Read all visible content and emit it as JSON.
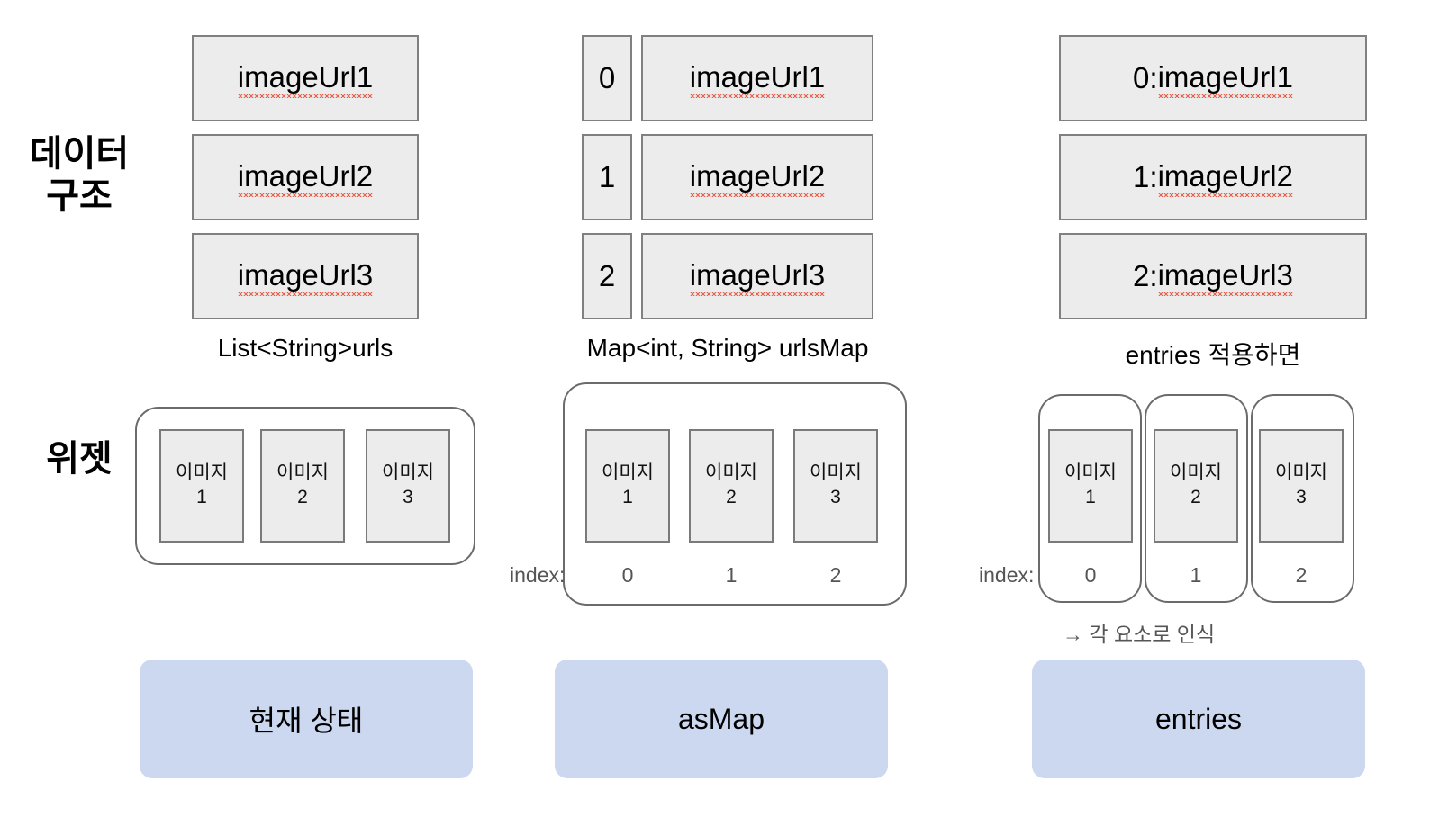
{
  "rows": {
    "data_structure_label": "데이터\n구조",
    "widget_label": "위젯"
  },
  "columns": [
    {
      "id": "current-state",
      "data_structure": {
        "kind": "list",
        "items": [
          {
            "value": "imageUrl1"
          },
          {
            "value": "imageUrl2"
          },
          {
            "value": "imageUrl3"
          }
        ],
        "caption": "List<String>urls"
      },
      "widget": {
        "shell": "single",
        "cards": [
          {
            "line1": "이미지",
            "line2": "1"
          },
          {
            "line1": "이미지",
            "line2": "2"
          },
          {
            "line1": "이미지",
            "line2": "3"
          }
        ],
        "index_label": "",
        "indices": [],
        "note": ""
      },
      "button_label": "현재 상태"
    },
    {
      "id": "as-map",
      "data_structure": {
        "kind": "map",
        "items": [
          {
            "key": "0",
            "value": "imageUrl1"
          },
          {
            "key": "1",
            "value": "imageUrl2"
          },
          {
            "key": "2",
            "value": "imageUrl3"
          }
        ],
        "caption": "Map<int, String> urlsMap"
      },
      "widget": {
        "shell": "single",
        "cards": [
          {
            "line1": "이미지",
            "line2": "1"
          },
          {
            "line1": "이미지",
            "line2": "2"
          },
          {
            "line1": "이미지",
            "line2": "3"
          }
        ],
        "index_label": "index:",
        "indices": [
          "0",
          "1",
          "2"
        ],
        "note": ""
      },
      "button_label": "asMap"
    },
    {
      "id": "entries",
      "data_structure": {
        "kind": "entry",
        "items": [
          {
            "value": "0: imageUrl1",
            "prefix": "0: ",
            "word": "imageUrl1"
          },
          {
            "value": "1: imageUrl2",
            "prefix": "1: ",
            "word": "imageUrl2"
          },
          {
            "value": "2: imageUrl3",
            "prefix": "2: ",
            "word": "imageUrl3"
          }
        ],
        "caption": "entries 적용하면"
      },
      "widget": {
        "shell": "separate",
        "cards": [
          {
            "line1": "이미지",
            "line2": "1"
          },
          {
            "line1": "이미지",
            "line2": "2"
          },
          {
            "line1": "이미지",
            "line2": "3"
          }
        ],
        "index_label": "index:",
        "indices": [
          "0",
          "1",
          "2"
        ],
        "note": "→ 각 요소로 인식"
      },
      "button_label": "entries"
    }
  ],
  "colors": {
    "box_fill": "#ececec",
    "box_border": "#808080",
    "shell_border": "#6b6b6b",
    "button_fill": "#ccd8f0",
    "spellcheck_underline": "#e8604c",
    "muted_text": "#555555",
    "background": "#ffffff"
  }
}
